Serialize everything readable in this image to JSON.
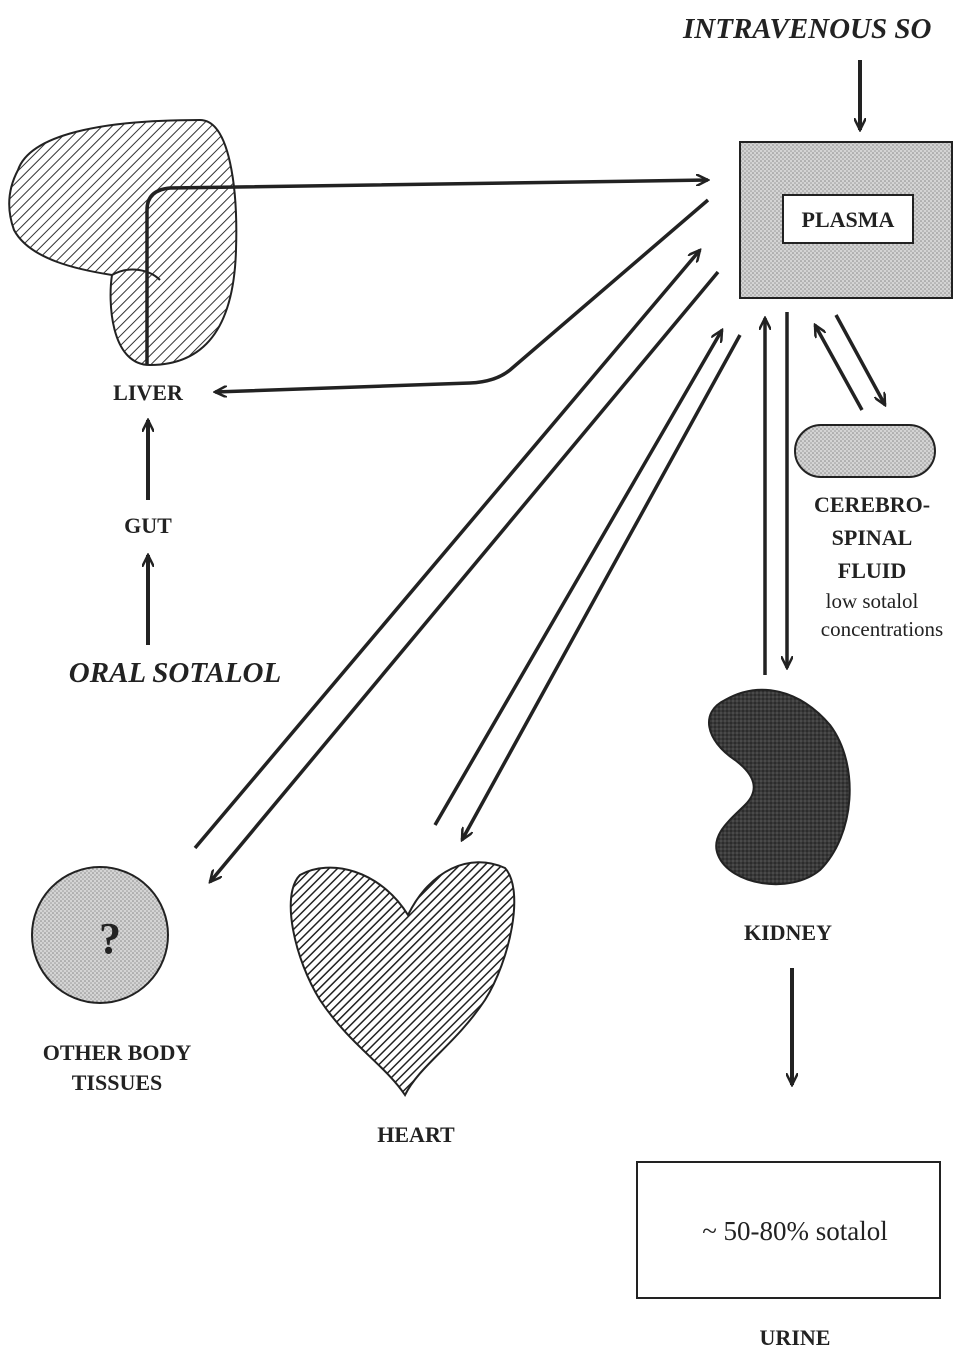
{
  "labels": {
    "intravenous": "INTRAVENOUS SO",
    "plasma": "PLASMA",
    "liver": "LIVER",
    "gut": "GUT",
    "oral": "ORAL SOTALOL",
    "csf_line1": "CEREBRO-",
    "csf_line2": "SPINAL",
    "csf_line3": "FLUID",
    "csf_note1": "low sotalol",
    "csf_note2": "concentrations",
    "other_line1": "OTHER BODY",
    "other_line2": "TISSUES",
    "other_symbol": "?",
    "heart": "HEART",
    "kidney": "KIDNEY",
    "urine_amount": "~ 50-80% sotalol",
    "urine": "URINE"
  }
}
